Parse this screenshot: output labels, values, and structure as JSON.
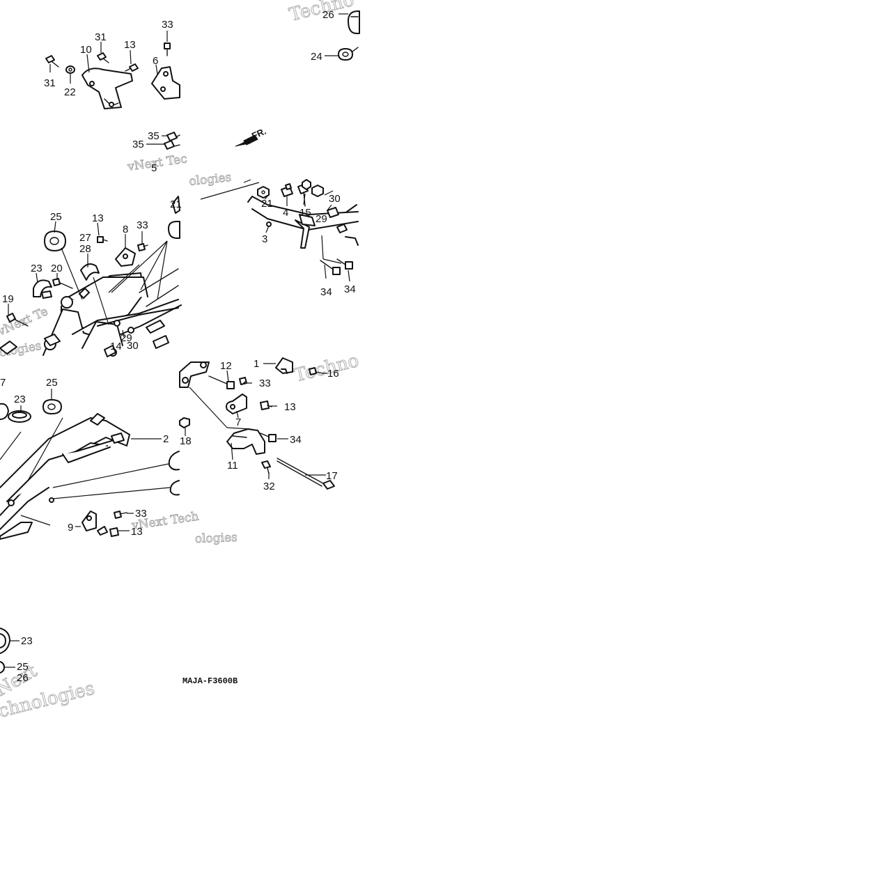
{
  "diagram": {
    "code": "MAJA-F3600B",
    "direction_label": "FR.",
    "watermarks": [
      "Techno",
      "vNext Tec",
      "ologies",
      "Techno",
      "vNext Te",
      "ologies",
      "vNext Tech",
      "ologies",
      "Next",
      "chnologies"
    ],
    "callouts": [
      {
        "id": "c26a",
        "text": "26"
      },
      {
        "id": "c24",
        "text": "24"
      },
      {
        "id": "c31a",
        "text": "31"
      },
      {
        "id": "c33a",
        "text": "33"
      },
      {
        "id": "c10",
        "text": "10"
      },
      {
        "id": "c13a",
        "text": "13"
      },
      {
        "id": "c6",
        "text": "6"
      },
      {
        "id": "c31b",
        "text": "31"
      },
      {
        "id": "c22",
        "text": "22"
      },
      {
        "id": "c35a",
        "text": "35"
      },
      {
        "id": "c35b",
        "text": "35"
      },
      {
        "id": "c5",
        "text": "5"
      },
      {
        "id": "c21a",
        "text": "21"
      },
      {
        "id": "c4",
        "text": "4"
      },
      {
        "id": "c15",
        "text": "15"
      },
      {
        "id": "c30a",
        "text": "30"
      },
      {
        "id": "c29a",
        "text": "29"
      },
      {
        "id": "c3",
        "text": "3"
      },
      {
        "id": "c34a",
        "text": "34"
      },
      {
        "id": "c34b",
        "text": "34"
      },
      {
        "id": "c25a",
        "text": "25"
      },
      {
        "id": "c13b",
        "text": "13"
      },
      {
        "id": "c27a",
        "text": "27"
      },
      {
        "id": "c28",
        "text": "28"
      },
      {
        "id": "c8",
        "text": "8"
      },
      {
        "id": "c33b",
        "text": "33"
      },
      {
        "id": "c21b",
        "text": "21"
      },
      {
        "id": "c23a",
        "text": "23"
      },
      {
        "id": "c20",
        "text": "20"
      },
      {
        "id": "c19",
        "text": "19"
      },
      {
        "id": "c29b",
        "text": "29"
      },
      {
        "id": "c14",
        "text": "14"
      },
      {
        "id": "c30b",
        "text": "30"
      },
      {
        "id": "c27b",
        "text": "7"
      },
      {
        "id": "c23b",
        "text": "23"
      },
      {
        "id": "c25b",
        "text": "25"
      },
      {
        "id": "c2",
        "text": "2"
      },
      {
        "id": "c1",
        "text": "1"
      },
      {
        "id": "c16",
        "text": "16"
      },
      {
        "id": "c12",
        "text": "12"
      },
      {
        "id": "c33c",
        "text": "33"
      },
      {
        "id": "c13c",
        "text": "13"
      },
      {
        "id": "c7",
        "text": "7"
      },
      {
        "id": "c18",
        "text": "18"
      },
      {
        "id": "c34c",
        "text": "34"
      },
      {
        "id": "c11",
        "text": "11"
      },
      {
        "id": "c17",
        "text": "17"
      },
      {
        "id": "c32",
        "text": "32"
      },
      {
        "id": "c33d",
        "text": "33"
      },
      {
        "id": "c9",
        "text": "9"
      },
      {
        "id": "c13d",
        "text": "13"
      },
      {
        "id": "c23c",
        "text": "23"
      },
      {
        "id": "c25c",
        "text": "25"
      },
      {
        "id": "c26b",
        "text": "26"
      }
    ]
  }
}
